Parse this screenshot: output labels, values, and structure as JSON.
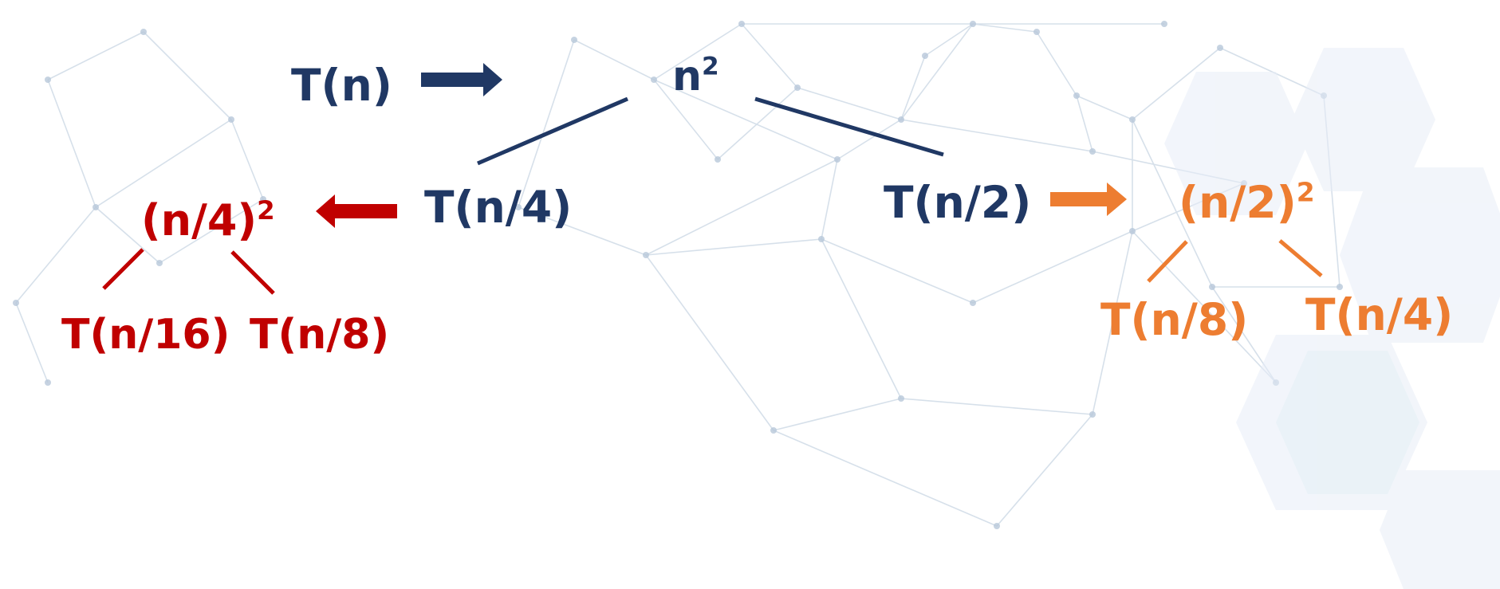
{
  "colors": {
    "navy": "#203864",
    "red": "#C00000",
    "orange": "#ED7D31",
    "network": "#c9d6e3",
    "hexagon": "#e6ecf6"
  },
  "diagram": {
    "row0": {
      "tn": "T(n)",
      "n": "n",
      "sq": "2"
    },
    "row1": {
      "tn4": "T(n/4)",
      "tn2": "T(n/2)"
    },
    "left_expansion": {
      "base": "(n/4)",
      "sq": "2",
      "child_a": "T(n/16)",
      "child_b": "T(n/8)"
    },
    "right_expansion": {
      "base": "(n/2)",
      "sq": "2",
      "child_a": "T(n/8)",
      "child_b": "T(n/4)"
    }
  },
  "icons": [
    "arrow-right-icon",
    "arrow-left-icon",
    "network-background"
  ]
}
